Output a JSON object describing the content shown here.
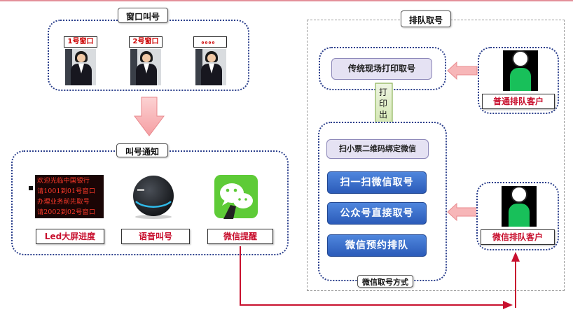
{
  "window_call": {
    "title": "窗口叫号",
    "windows": [
      "1号窗口",
      "2号窗口",
      "。。。。"
    ]
  },
  "call_notify": {
    "title": "叫号通知",
    "led_lines": [
      "欢迎光临中国银行",
      "请1001到01号窗口",
      "办理业务前先取号",
      "请2002到02号窗口"
    ],
    "channels": [
      "Led大屏进度",
      "语音叫号",
      "微信提醒"
    ]
  },
  "queue": {
    "title": "排队取号",
    "traditional": "传统现场打印取号",
    "print_ticket": "打印出票",
    "scan_bind": "扫小票二维码绑定微信",
    "wechat_methods": [
      "扫一扫微信取号",
      "公众号直接取号",
      "微信预约排队"
    ],
    "wechat_methods_title": "微信取号方式",
    "customers": [
      "普通排队客户",
      "微信排队客户"
    ]
  },
  "colors": {
    "box_border": "#2b3f8c",
    "arrow_pink": "#f7b6b8",
    "customer_green": "#18c05a",
    "label_red": "#c8102e",
    "blue_button": "#2f63c1",
    "flow_line": "#c8102e"
  }
}
